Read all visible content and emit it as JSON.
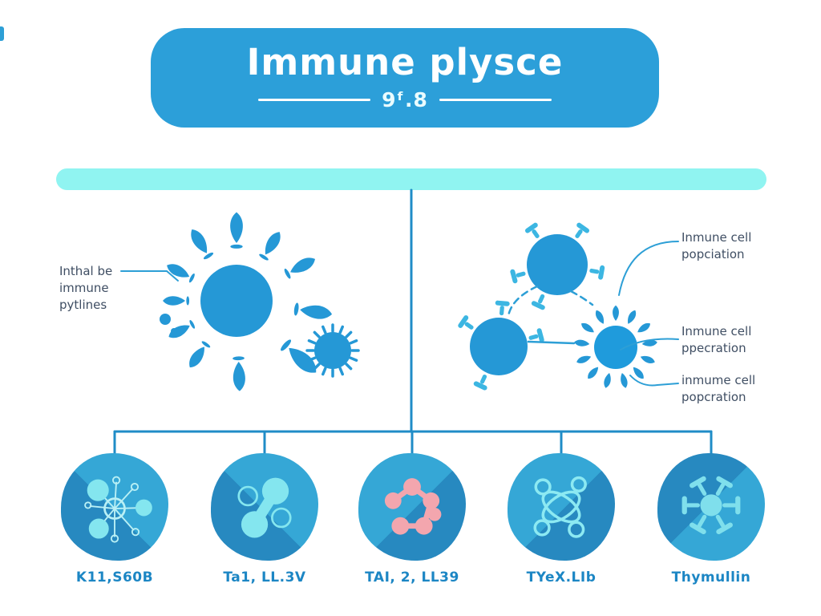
{
  "header": {
    "title": "Immune plysce",
    "subtitle": "9ᶠ.8"
  },
  "left_figure": {
    "label_lines": [
      "Inthal be",
      "immune",
      "pytlines"
    ]
  },
  "right_figure": {
    "labels": [
      {
        "line1": "Inmune cell",
        "line2": "popciation"
      },
      {
        "line1": "Inmune cell",
        "line2": "ppecration"
      },
      {
        "line1": "inmume cell",
        "line2": "popcration"
      }
    ]
  },
  "bottom_row": {
    "items": [
      {
        "label": "K11,S60B",
        "icon": "network-molecule-icon"
      },
      {
        "label": "Ta1, LL.3V",
        "icon": "dumbbell-molecule-icon"
      },
      {
        "label": "TAI, 2, LL39",
        "icon": "pink-molecule-icon"
      },
      {
        "label": "TYeX.LIb",
        "icon": "outline-molecule-icon"
      },
      {
        "label": "Thymullin",
        "icon": "hub-spoke-icon"
      }
    ]
  },
  "colors": {
    "header_blue": "#2c9fd9",
    "bar_cyan": "#90f4f1",
    "cell_blue": "#2598d6",
    "pin_cyan": "#3cb6e2",
    "connector_blue": "#1f8cc7",
    "annotation_text": "#3f4e63",
    "bottom_label_blue": "#1c86c4",
    "icon_cyan": "#84e6ef",
    "icon_pink": "#f3a6ae"
  }
}
